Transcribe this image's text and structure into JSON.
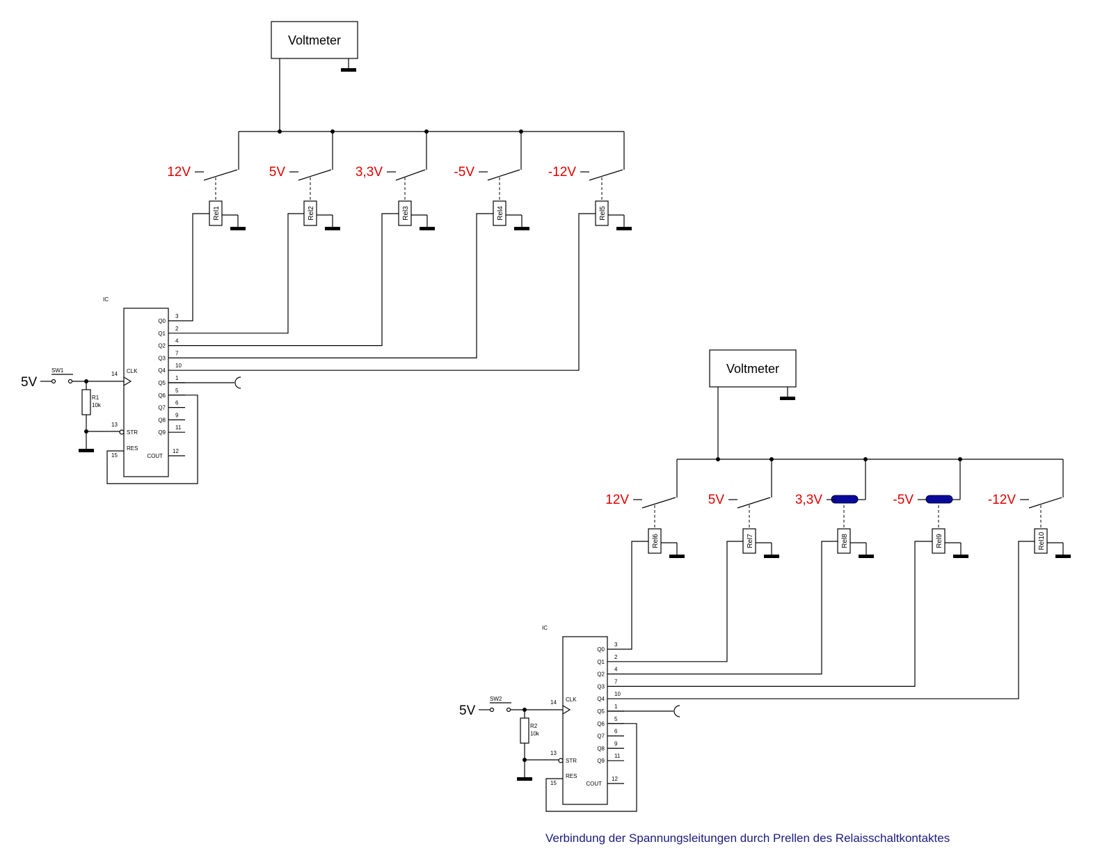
{
  "circuits": [
    {
      "voltmeter_label": "Voltmeter",
      "ic_label": "IC",
      "input_voltage": "5V",
      "switch_label": "SW1",
      "resistor_name": "R1",
      "resistor_value": "10k",
      "channels": [
        {
          "voltage": "12V",
          "relay": "Rel1",
          "state": "open"
        },
        {
          "voltage": "5V",
          "relay": "Rel2",
          "state": "open"
        },
        {
          "voltage": "3,3V",
          "relay": "Rel3",
          "state": "open"
        },
        {
          "voltage": "-5V",
          "relay": "Rel4",
          "state": "open"
        },
        {
          "voltage": "-12V",
          "relay": "Rel5",
          "state": "open"
        }
      ]
    },
    {
      "voltmeter_label": "Voltmeter",
      "ic_label": "IC",
      "input_voltage": "5V",
      "switch_label": "SW2",
      "resistor_name": "R2",
      "resistor_value": "10k",
      "channels": [
        {
          "voltage": "12V",
          "relay": "Rel6",
          "state": "open"
        },
        {
          "voltage": "5V",
          "relay": "Rel7",
          "state": "open"
        },
        {
          "voltage": "3,3V",
          "relay": "Rel8",
          "state": "bridged"
        },
        {
          "voltage": "-5V",
          "relay": "Rel9",
          "state": "bridged"
        },
        {
          "voltage": "-12V",
          "relay": "Rel10",
          "state": "open"
        }
      ]
    }
  ],
  "ic_pins": {
    "clk_label": "CLK",
    "clk_pin": "14",
    "str_label": "STR",
    "str_pin": "13",
    "res_label": "RES",
    "res_pin": "15",
    "cout_label": "COUT",
    "cout_pin": "12",
    "outputs": [
      {
        "name": "Q0",
        "pin": "3"
      },
      {
        "name": "Q1",
        "pin": "2"
      },
      {
        "name": "Q2",
        "pin": "4"
      },
      {
        "name": "Q3",
        "pin": "7"
      },
      {
        "name": "Q4",
        "pin": "10"
      },
      {
        "name": "Q5",
        "pin": "1"
      },
      {
        "name": "Q6",
        "pin": "5"
      },
      {
        "name": "Q7",
        "pin": "6"
      },
      {
        "name": "Q8",
        "pin": "9"
      },
      {
        "name": "Q9",
        "pin": "11"
      }
    ]
  },
  "caption": "Verbindung der Spannungsleitungen durch Prellen des Relaisschaltkontaktes"
}
